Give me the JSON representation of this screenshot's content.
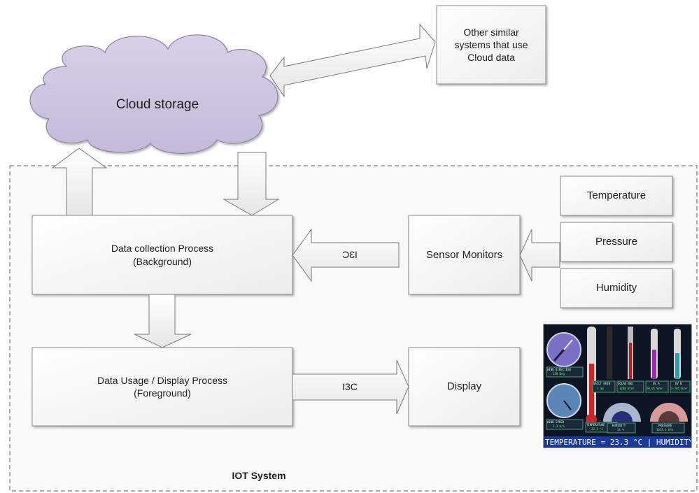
{
  "cloud": {
    "label": "Cloud storage"
  },
  "other_systems": {
    "line1": "Other similar",
    "line2": "systems that use",
    "line3": "Cloud data"
  },
  "iot_system": {
    "label": "IOT System"
  },
  "data_collection": {
    "line1": "Data collection Process",
    "line2": "(Background)"
  },
  "data_usage": {
    "line1": "Data Usage / Display Process",
    "line2": "(Foreground)"
  },
  "sensor_monitors": {
    "label": "Sensor Monitors"
  },
  "display": {
    "label": "Display"
  },
  "sensors": [
    "Temperature",
    "Pressure",
    "Humidity"
  ],
  "bus_top": {
    "label": "I3C"
  },
  "bus_bottom": {
    "label": "I3C"
  },
  "weather_panel": {
    "ticker": "TEMPERATURE = 23.3 °C | HUMIDITY",
    "wind_direction": "WIND DIRECTION",
    "wind_direction_value": "236 Deg",
    "wind_speed": "WIND SPEED",
    "wind_speed_value": "3.3 m/s",
    "temperature": "TEMPERATURE",
    "temperature_value": "23.3 °C",
    "daily_rain": "DAILY RAIN",
    "daily_rain_value": "1 mm",
    "solar_rad": "SOLAR RAD",
    "solar_rad_value": "1288 W/m²",
    "uva": "UV A",
    "uva_value": "50.05 W/m²",
    "uvb": "UV B",
    "uvb_value": "3.705 W/m²",
    "humidity": "HUMIDITY",
    "humidity_value": "34 %",
    "pressure": "PRESSURE",
    "pressure_value": "1013.1 hPa"
  },
  "colors": {
    "cloud_fill": "#cfc7df",
    "box_fill": "#f8f8f8",
    "box_stroke": "#8a8a8a",
    "panel_bg": "#0d1424",
    "ticker_bg": "#1a3a9a"
  }
}
